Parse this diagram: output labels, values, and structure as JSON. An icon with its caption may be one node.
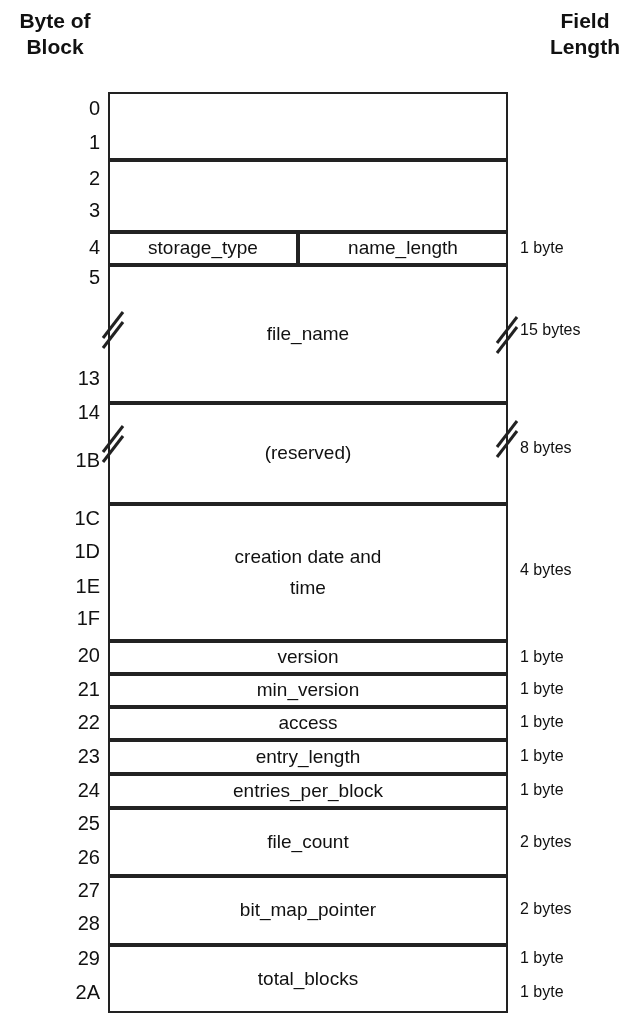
{
  "diagram": {
    "nodes": [
      {
        "text": [],
        "shape": "box"
      },
      {
        "text": [],
        "shape": "box"
      },
      {
        "text": [
          "storage_type"
        ]
      },
      {
        "text": [
          "name_length"
        ],
        "beside": [
          "1 byte"
        ]
      },
      {
        "text": [
          "file_name"
        ],
        "beside": [
          "15 bytes"
        ]
      },
      {
        "text": [
          "(reserved)"
        ],
        "beside": [
          "8 bytes"
        ]
      },
      {
        "text": [
          "creation date and time"
        ],
        "beside": [
          "4 bytes"
        ]
      },
      {
        "text": [
          "version"
        ],
        "beside": [
          "1 byte"
        ]
      },
      {
        "text": [
          "min_version"
        ],
        "beside": [
          "1 byte"
        ]
      },
      {
        "text": [
          "access"
        ],
        "beside": [
          "1 byte"
        ]
      },
      {
        "text": [
          "entry_length"
        ],
        "beside": [
          "1 byte"
        ]
      },
      {
        "text": [
          "entries_per_block"
        ],
        "beside": [
          "1 byte"
        ]
      },
      {
        "text": [
          "file_count"
        ],
        "beside": [
          "2 bytes"
        ]
      },
      {
        "text": [
          "bit_map_pointer"
        ],
        "beside": [
          "2 bytes"
        ]
      },
      {
        "text": [
          "total_blocks"
        ],
        "beside": [
          "1 byte",
          "1 byte"
        ]
      }
    ],
    "labels": [
      "Byte of Block",
      "Field Length",
      "0",
      "1",
      "2",
      "3",
      "4",
      "5",
      "13",
      "14",
      "1B",
      "1C",
      "1D",
      "1E",
      "1F",
      "20",
      "21",
      "22",
      "23",
      "24",
      "25",
      "26",
      "27",
      "28",
      "29",
      "2A"
    ]
  }
}
